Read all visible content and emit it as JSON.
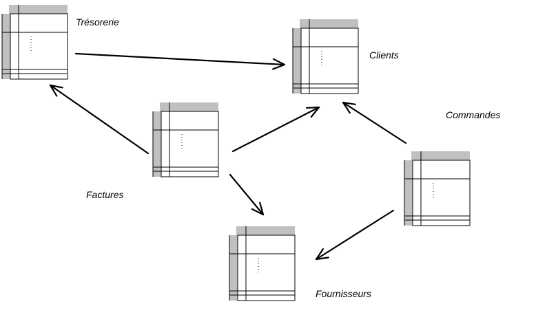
{
  "tables": [
    {
      "id": "tresorerie",
      "label": "Trésorerie"
    },
    {
      "id": "clients",
      "label": "Clients"
    },
    {
      "id": "factures",
      "label": "Factures"
    },
    {
      "id": "commandes",
      "label": "Commandes"
    },
    {
      "id": "fournisseurs",
      "label": "Fournisseurs"
    }
  ],
  "links": [
    {
      "from": "tresorerie",
      "to": "clients"
    },
    {
      "from": "factures",
      "to": "tresorerie"
    },
    {
      "from": "factures",
      "to": "clients"
    },
    {
      "from": "factures",
      "to": "fournisseurs"
    },
    {
      "from": "commandes",
      "to": "clients"
    },
    {
      "from": "commandes",
      "to": "fournisseurs"
    }
  ],
  "colors": {
    "line": "#000000",
    "shade": "#c0c0c0",
    "box_fill": "#ffffff"
  }
}
